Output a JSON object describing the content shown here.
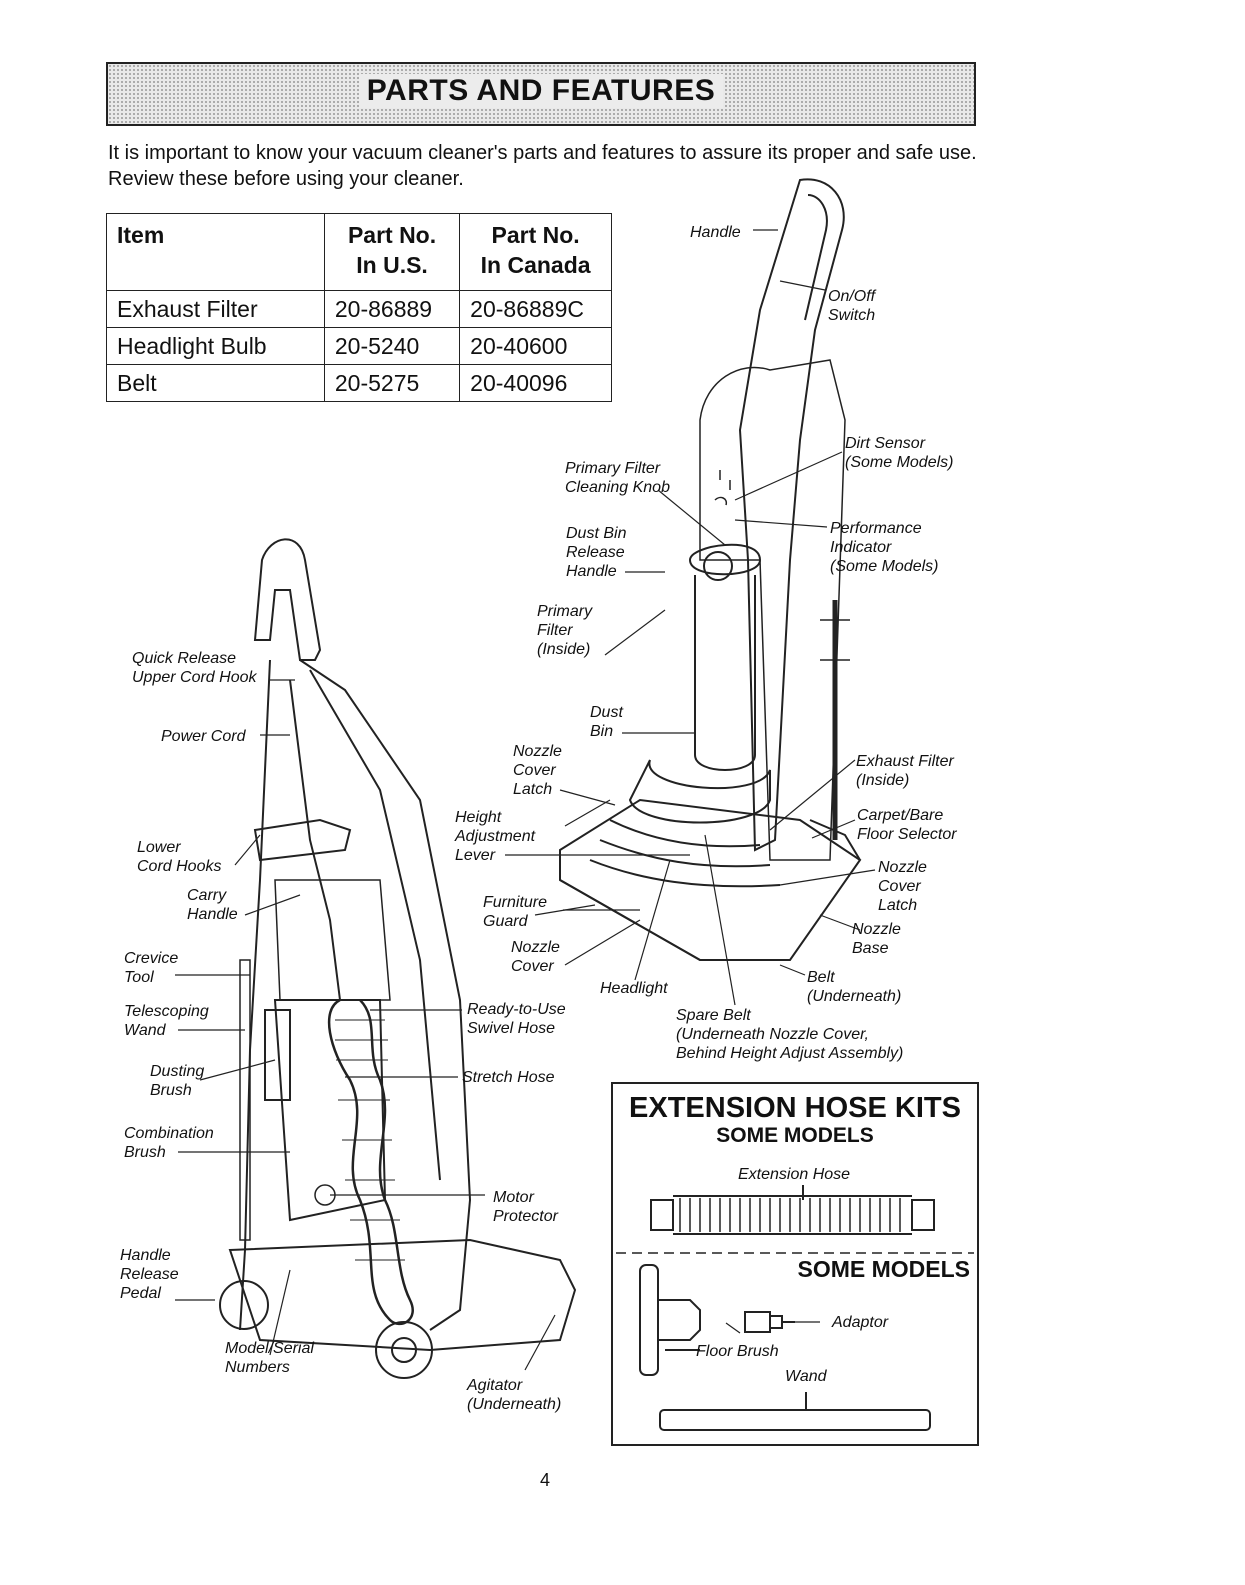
{
  "header": {
    "title": "PARTS AND FEATURES"
  },
  "intro": "It is important to know your vacuum cleaner's parts and features to assure its proper and safe use. Review these before using your cleaner.",
  "table": {
    "headers": [
      [
        "Item",
        ""
      ],
      [
        "Part No.",
        "In U.S."
      ],
      [
        "Part No.",
        "In Canada"
      ]
    ],
    "rows": [
      [
        "Exhaust Filter",
        "20-86889",
        "20-86889C"
      ],
      [
        "Headlight Bulb",
        "20-5240",
        "20-40600"
      ],
      [
        "Belt",
        "20-5275",
        "20-40096"
      ]
    ]
  },
  "callouts": {
    "handle": "Handle",
    "on_off_switch": "On/Off\nSwitch",
    "dirt_sensor": "Dirt Sensor\n(Some Models)",
    "primary_filter_knob": "Primary Filter\nCleaning Knob",
    "performance_indicator": "Performance\nIndicator\n(Some Models)",
    "dust_bin_release": "Dust Bin\nRelease\nHandle",
    "primary_filter": "Primary\nFilter\n(Inside)",
    "dust_bin": "Dust\nBin",
    "exhaust_filter": "Exhaust Filter\n(Inside)",
    "nozzle_cover_latch_left": "Nozzle\nCover\nLatch",
    "carpet_selector": "Carpet/Bare\nFloor Selector",
    "height_adjustment": "Height\nAdjustment\nLever",
    "nozzle_cover_latch_right": "Nozzle\nCover\nLatch",
    "furniture_guard": "Furniture\nGuard",
    "nozzle_base": "Nozzle\nBase",
    "nozzle_cover": "Nozzle\nCover",
    "belt": "Belt\n(Underneath)",
    "headlight": "Headlight",
    "spare_belt": "Spare Belt\n(Underneath Nozzle Cover,\nBehind Height Adjust Assembly)",
    "quick_release_hook": "Quick Release\nUpper Cord Hook",
    "power_cord": "Power Cord",
    "lower_cord_hooks": "Lower\nCord Hooks",
    "carry_handle": "Carry\nHandle",
    "crevice_tool": "Crevice\nTool",
    "telescoping_wand": "Telescoping\nWand",
    "dusting_brush": "Dusting\nBrush",
    "combination_brush": "Combination\nBrush",
    "handle_release_pedal": "Handle\nRelease\nPedal",
    "model_serial": "Model/Serial\nNumbers",
    "ready_to_use_hose": "Ready-to-Use\nSwivel Hose",
    "stretch_hose": "Stretch Hose",
    "motor_protector": "Motor\nProtector",
    "agitator": "Agitator\n(Underneath)"
  },
  "kits": {
    "title": "EXTENSION HOSE KITS",
    "subtitle": "SOME MODELS",
    "extension_hose": "Extension Hose",
    "subtitle2": "SOME MODELS",
    "adaptor": "Adaptor",
    "floor_brush": "Floor Brush",
    "wand": "Wand"
  },
  "page_number": "4"
}
